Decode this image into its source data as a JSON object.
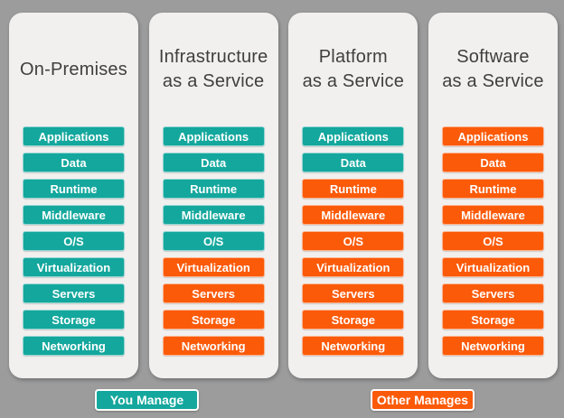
{
  "colors": {
    "background": "#9C9C9C",
    "column_bg": "#F1F0EF",
    "teal": "#14A79D",
    "orange": "#FB5A09",
    "title_text": "#3F3F3F",
    "chip_text": "#FFFFFF"
  },
  "columns": [
    {
      "id": "on-premises",
      "title_lines": [
        "On-Premises"
      ],
      "layers": [
        {
          "label": "Applications",
          "manager": "you"
        },
        {
          "label": "Data",
          "manager": "you"
        },
        {
          "label": "Runtime",
          "manager": "you"
        },
        {
          "label": "Middleware",
          "manager": "you"
        },
        {
          "label": "O/S",
          "manager": "you"
        },
        {
          "label": "Virtualization",
          "manager": "you"
        },
        {
          "label": "Servers",
          "manager": "you"
        },
        {
          "label": "Storage",
          "manager": "you"
        },
        {
          "label": "Networking",
          "manager": "you"
        }
      ]
    },
    {
      "id": "infrastructure-as-a-service",
      "title_lines": [
        "Infrastructure",
        "as a Service"
      ],
      "layers": [
        {
          "label": "Applications",
          "manager": "you"
        },
        {
          "label": "Data",
          "manager": "you"
        },
        {
          "label": "Runtime",
          "manager": "you"
        },
        {
          "label": "Middleware",
          "manager": "you"
        },
        {
          "label": "O/S",
          "manager": "you"
        },
        {
          "label": "Virtualization",
          "manager": "other"
        },
        {
          "label": "Servers",
          "manager": "other"
        },
        {
          "label": "Storage",
          "manager": "other"
        },
        {
          "label": "Networking",
          "manager": "other"
        }
      ]
    },
    {
      "id": "platform-as-a-service",
      "title_lines": [
        "Platform",
        "as a Service"
      ],
      "layers": [
        {
          "label": "Applications",
          "manager": "you"
        },
        {
          "label": "Data",
          "manager": "you"
        },
        {
          "label": "Runtime",
          "manager": "other"
        },
        {
          "label": "Middleware",
          "manager": "other"
        },
        {
          "label": "O/S",
          "manager": "other"
        },
        {
          "label": "Virtualization",
          "manager": "other"
        },
        {
          "label": "Servers",
          "manager": "other"
        },
        {
          "label": "Storage",
          "manager": "other"
        },
        {
          "label": "Networking",
          "manager": "other"
        }
      ]
    },
    {
      "id": "software-as-a-service",
      "title_lines": [
        "Software",
        "as a Service"
      ],
      "layers": [
        {
          "label": "Applications",
          "manager": "other"
        },
        {
          "label": "Data",
          "manager": "other"
        },
        {
          "label": "Runtime",
          "manager": "other"
        },
        {
          "label": "Middleware",
          "manager": "other"
        },
        {
          "label": "O/S",
          "manager": "other"
        },
        {
          "label": "Virtualization",
          "manager": "other"
        },
        {
          "label": "Servers",
          "manager": "other"
        },
        {
          "label": "Storage",
          "manager": "other"
        },
        {
          "label": "Networking",
          "manager": "other"
        }
      ]
    }
  ],
  "legend": {
    "you": {
      "label": "You Manage"
    },
    "other": {
      "label": "Other Manages"
    }
  }
}
